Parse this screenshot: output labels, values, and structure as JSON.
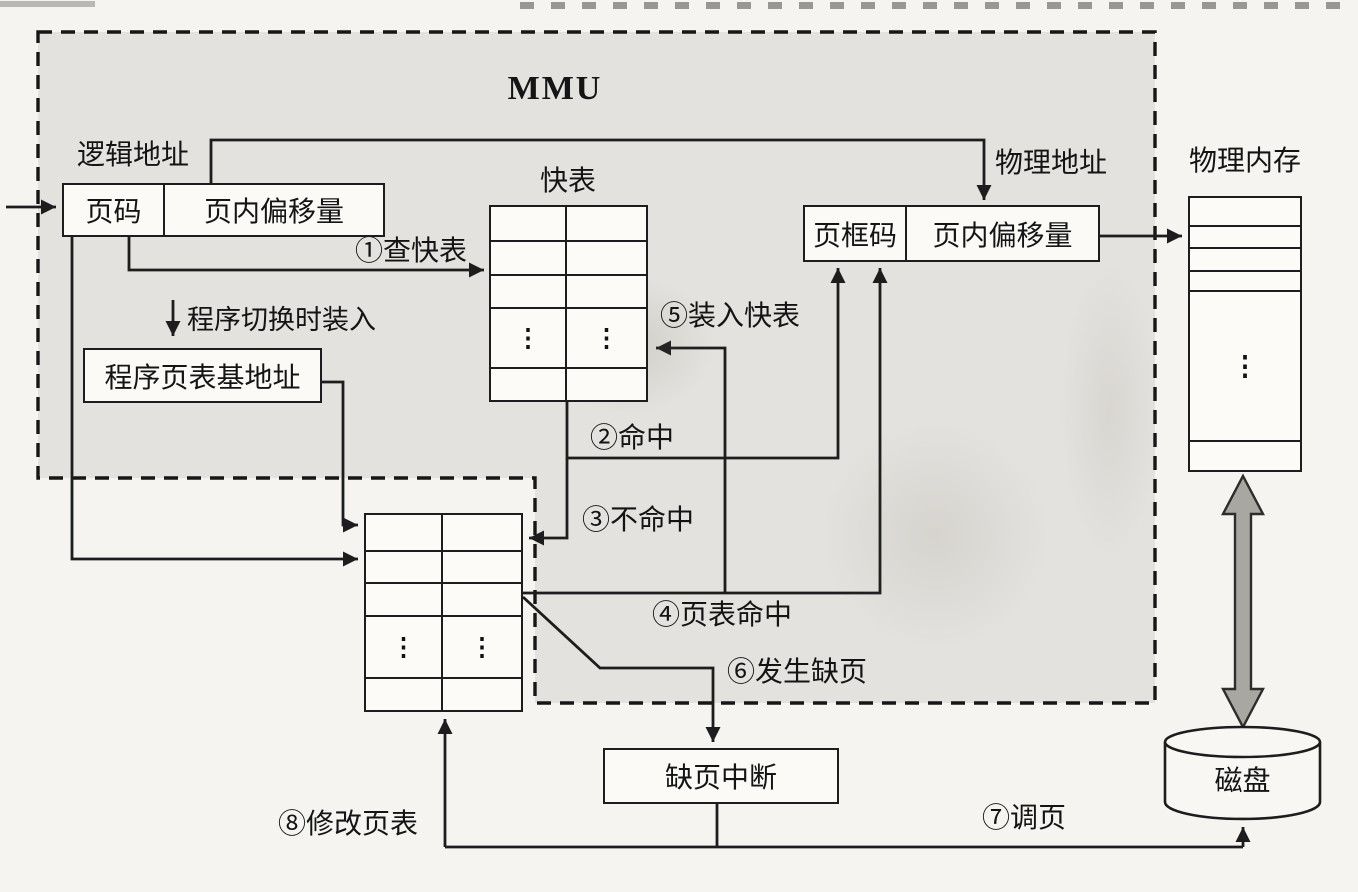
{
  "title": "MMU",
  "logical_address": {
    "label": "逻辑地址",
    "fields": {
      "page": "页码",
      "offset": "页内偏移量"
    }
  },
  "physical_address": {
    "label": "物理地址",
    "fields": {
      "frame": "页框码",
      "offset": "页内偏移量"
    }
  },
  "tlb": {
    "label": "快表",
    "ellipsis": "⋮"
  },
  "page_table": {
    "ellipsis": "⋮"
  },
  "physical_memory": {
    "label": "物理内存",
    "ellipsis": "⋮"
  },
  "page_table_base": {
    "label": "程序页表基地址"
  },
  "load_on_switch": {
    "label": "程序切换时装入"
  },
  "fault_box": {
    "label": "缺页中断"
  },
  "disk": {
    "label": "磁盘"
  },
  "steps": {
    "s1": "①查快表",
    "s2": "②命中",
    "s3": "③不命中",
    "s4": "④页表命中",
    "s5": "⑤装入快表",
    "s6": "⑥发生缺页",
    "s7": "⑦调页",
    "s8": "⑧修改页表"
  },
  "colors": {
    "mmu_fill": "#e4e2de",
    "page_background": "#f5f4f0",
    "line": "#1d1d1d",
    "cell_background": "#fcfbf8",
    "double_arrow_fill": "#a9a7a2"
  }
}
